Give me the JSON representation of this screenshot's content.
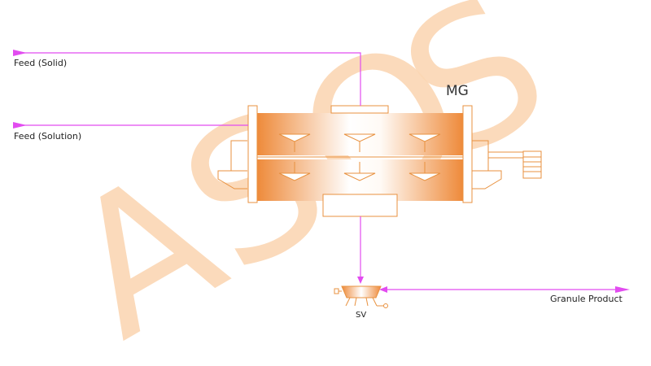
{
  "diagram": {
    "watermark": [
      "A",
      "S",
      "O",
      "S"
    ],
    "units": {
      "granulator": {
        "tag": "MG"
      },
      "screen": {
        "tag": "SV"
      }
    },
    "streams": {
      "feed_solid": "Feed (Solid)",
      "feed_solution": "Feed (Solution)",
      "product": "Granule Product"
    },
    "colors": {
      "stream": "#e24cf0",
      "equipment": "#e8913f",
      "drum_dark": "#ee8a3a",
      "drum_light": "#ffffff",
      "watermark": "#fbd7b4"
    }
  }
}
